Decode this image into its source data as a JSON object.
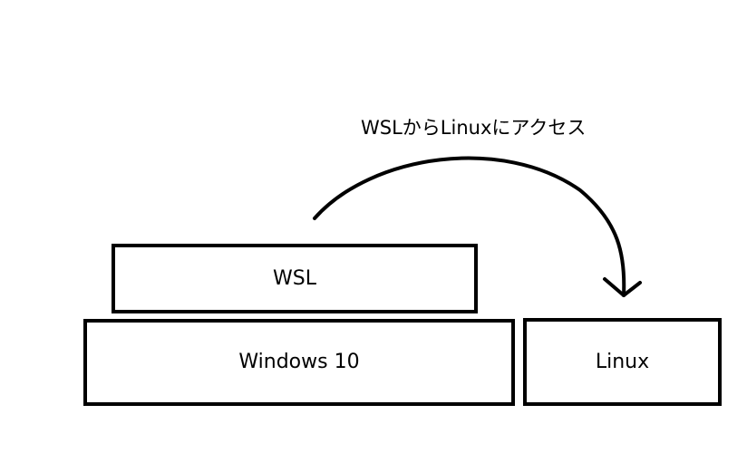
{
  "diagram": {
    "caption": "WSLからLinuxにアクセス",
    "boxes": {
      "wsl": "WSL",
      "windows": "Windows 10",
      "linux": "Linux"
    },
    "stroke_color": "#000000",
    "background_color": "#ffffff"
  }
}
